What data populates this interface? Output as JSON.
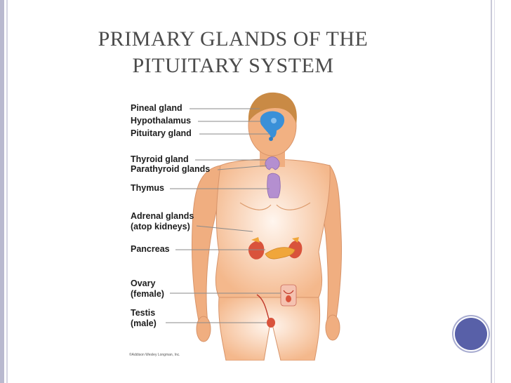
{
  "slide": {
    "title_line1": "PRIMARY GLANDS OF THE",
    "title_line2": "PITUITARY SYSTEM"
  },
  "diagram": {
    "labels": [
      {
        "line1": "Pineal gland"
      },
      {
        "line1": "Hypothalamus"
      },
      {
        "line1": "Pituitary gland"
      },
      {
        "line1": "Thyroid gland"
      },
      {
        "line1": "Parathyroid glands"
      },
      {
        "line1": "Thymus"
      },
      {
        "line1": "Adrenal glands",
        "line2": "(atop kidneys)"
      },
      {
        "line1": "Pancreas"
      },
      {
        "line1": "Ovary",
        "line2": "(female)"
      },
      {
        "line1": "Testis",
        "line2": "(male)"
      }
    ],
    "copyright": "©Addison Wesley Longman, Inc."
  },
  "colors": {
    "skin": "#f2b182",
    "skin_shadow": "#e39866",
    "hair": "#c98a45",
    "brain": "#3a90d8",
    "gland_purple": "#b48fd0",
    "kidney": "#d9533c",
    "pancreas": "#f0a63a",
    "nav_circle": "#5860a8"
  }
}
